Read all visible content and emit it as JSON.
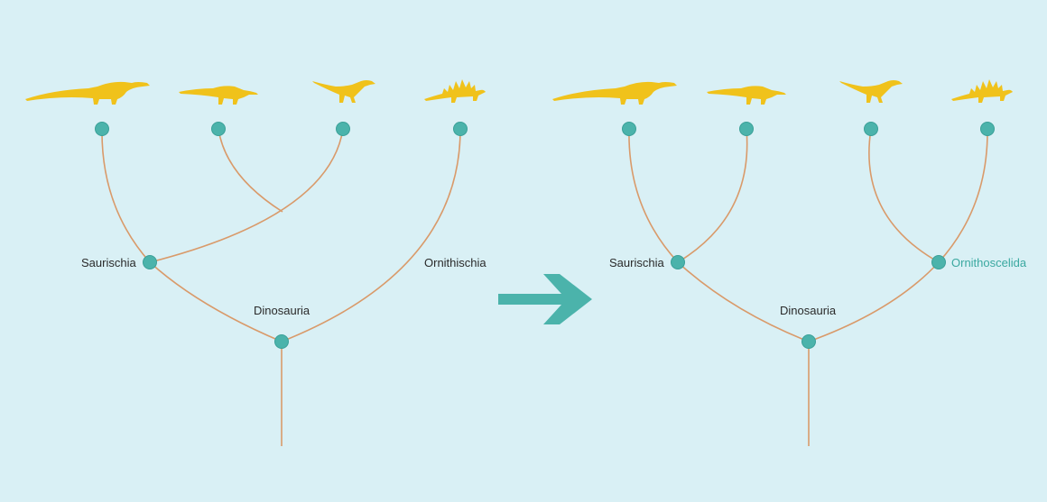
{
  "colors": {
    "background": "#d9f0f5",
    "branch": "#d99a6a",
    "node": "#4bb3ab",
    "node_stroke": "#3aa098",
    "silhouette": "#f0c21b",
    "arrow": "#4bb3ab",
    "label": "#2a2a2a",
    "highlight_label": "#3aa8a0"
  },
  "icons": {
    "taxa": [
      "sauropod-silhouette-icon",
      "theropod-silhouette-icon",
      "ornithopod-silhouette-icon",
      "stegosaur-silhouette-icon"
    ],
    "arrow": "right-arrow-icon"
  },
  "old_tree": {
    "labels": {
      "saurischia": "Saurischia",
      "dinosauria": "Dinosauria",
      "ornithischia": "Ornithischia"
    }
  },
  "new_tree": {
    "labels": {
      "saurischia": "Saurischia",
      "dinosauria": "Dinosauria",
      "ornithoscelida": "Ornithoscelida"
    }
  }
}
